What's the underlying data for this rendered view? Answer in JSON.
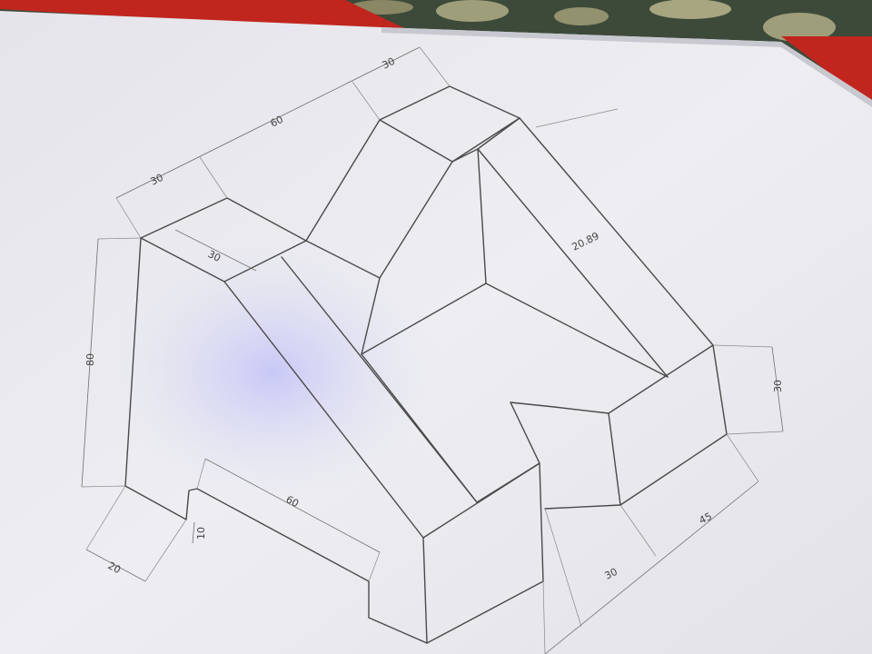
{
  "colors": {
    "paper": "#ececf0",
    "paper_shadow": "#d8d8de",
    "cloth_dark": "#3d4a3a",
    "cloth_light": "#b8b48c",
    "red_fabric": "#c0261e",
    "pencil": "#4a4a4a",
    "glare": "#c9c9f2"
  },
  "dimensions": {
    "top_length_30": "30",
    "top_length_60": "60",
    "top_left_30": "30",
    "inner_30": "30",
    "slant_20_89": "20.89",
    "height_80": "80",
    "right_height_30": "30",
    "bottom_20": "20",
    "bottom_10": "10",
    "bottom_60": "60",
    "bottom_30": "30",
    "bottom_45": "45"
  }
}
